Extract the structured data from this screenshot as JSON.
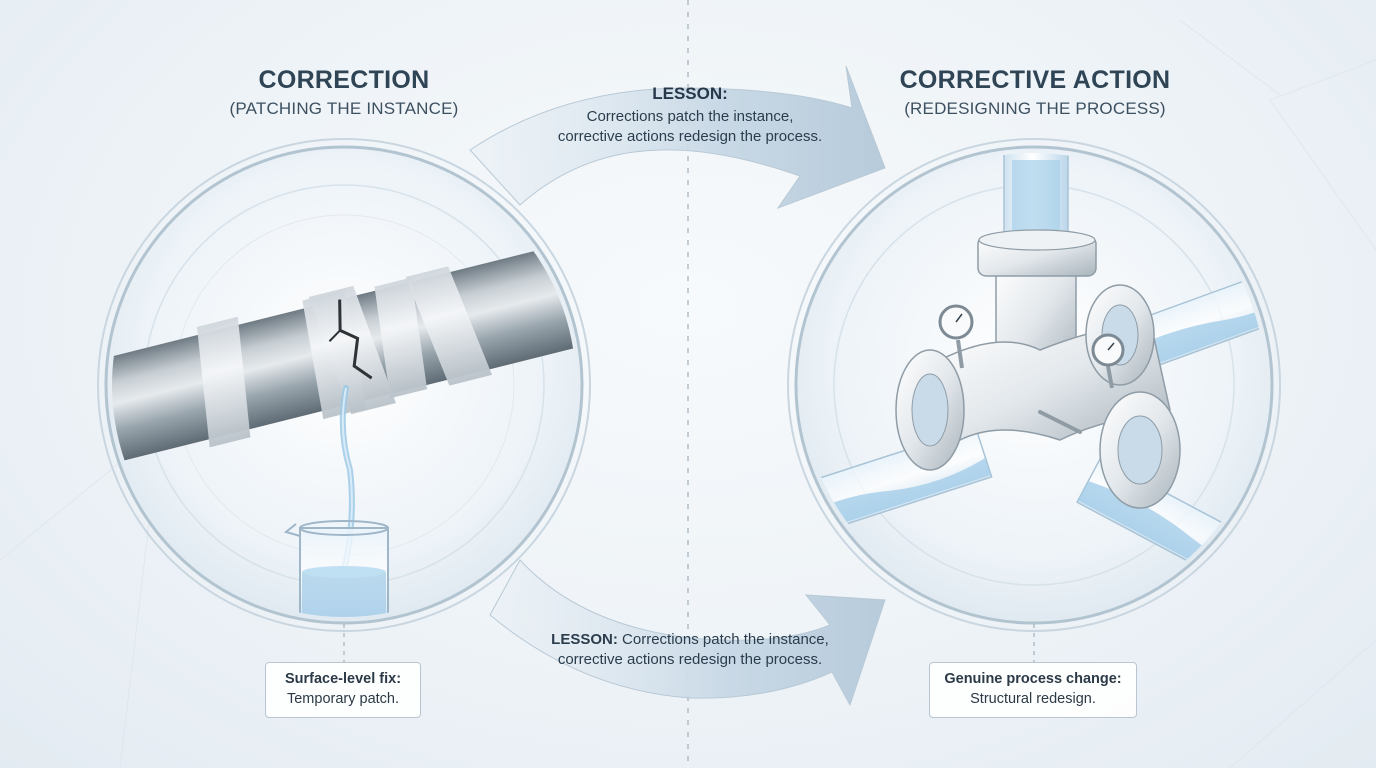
{
  "left_panel": {
    "title": "CORRECTION",
    "subtitle": "(PATCHING THE INSTANCE)",
    "caption_title": "Surface-level fix:",
    "caption_text": "Temporary patch."
  },
  "right_panel": {
    "title": "CORRECTIVE ACTION",
    "subtitle": "(REDESIGNING THE PROCESS)",
    "caption_title": "Genuine process change:",
    "caption_text": "Structural redesign."
  },
  "lesson_top": {
    "label": "LESSON:",
    "line1": "Corrections patch the instance,",
    "line2": "corrective actions redesign the process."
  },
  "lesson_bottom": {
    "label": "LESSON:",
    "line1": " Corrections patch the instance,",
    "line2": "corrective actions redesign the process."
  },
  "colors": {
    "accent": "#c9d9e6",
    "water": "#8fc3e4",
    "pipe_metal": "#9aa6ae",
    "text": "#2f4556"
  }
}
